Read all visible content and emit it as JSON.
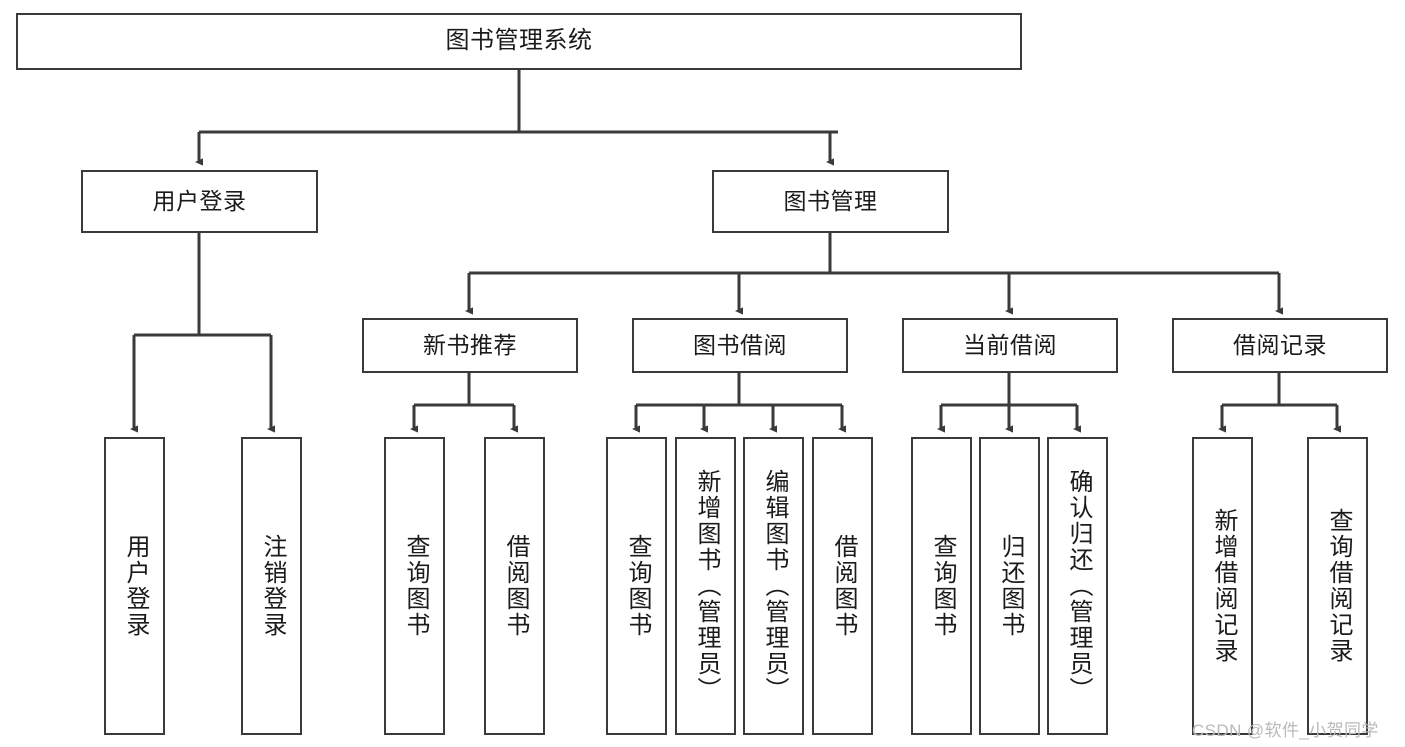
{
  "diagram": {
    "title": "图书管理系统",
    "type": "tree-hierarchy",
    "colors": {
      "background": "#ffffff",
      "border": "#3a3a3a",
      "line": "#3a3a3a",
      "text": "#1b1b1b",
      "watermark": "#b9b9b9"
    },
    "root": {
      "label": "图书管理系统"
    },
    "level2": [
      {
        "id": "user-login",
        "label": "用户登录"
      },
      {
        "id": "book-manage",
        "label": "图书管理"
      }
    ],
    "level3": [
      {
        "id": "new-book-recommend",
        "label": "新书推荐"
      },
      {
        "id": "book-borrow",
        "label": "图书借阅"
      },
      {
        "id": "current-borrow",
        "label": "当前借阅"
      },
      {
        "id": "borrow-record",
        "label": "借阅记录"
      }
    ],
    "leaves": {
      "user_login": [
        {
          "id": "leaf-user-login",
          "label": "用户登录"
        },
        {
          "id": "leaf-logout",
          "label": "注销登录"
        }
      ],
      "new_book_recommend": [
        {
          "id": "leaf-query-book-1",
          "label": "查询图书"
        },
        {
          "id": "leaf-borrow-book-1",
          "label": "借阅图书"
        }
      ],
      "book_borrow": [
        {
          "id": "leaf-query-book-2",
          "label": "查询图书"
        },
        {
          "id": "leaf-add-book",
          "label": "新增图书（管理员）"
        },
        {
          "id": "leaf-edit-book",
          "label": "编辑图书（管理员）"
        },
        {
          "id": "leaf-borrow-book-2",
          "label": "借阅图书"
        }
      ],
      "current_borrow": [
        {
          "id": "leaf-query-book-3",
          "label": "查询图书"
        },
        {
          "id": "leaf-return-book",
          "label": "归还图书"
        },
        {
          "id": "leaf-confirm-return",
          "label": "确认归还（管理员）"
        }
      ],
      "borrow_record": [
        {
          "id": "leaf-add-record",
          "label": "新增借阅记录"
        },
        {
          "id": "leaf-query-record",
          "label": "查询借阅记录"
        }
      ]
    },
    "watermark": "CSDN @软件_小贺同学"
  }
}
